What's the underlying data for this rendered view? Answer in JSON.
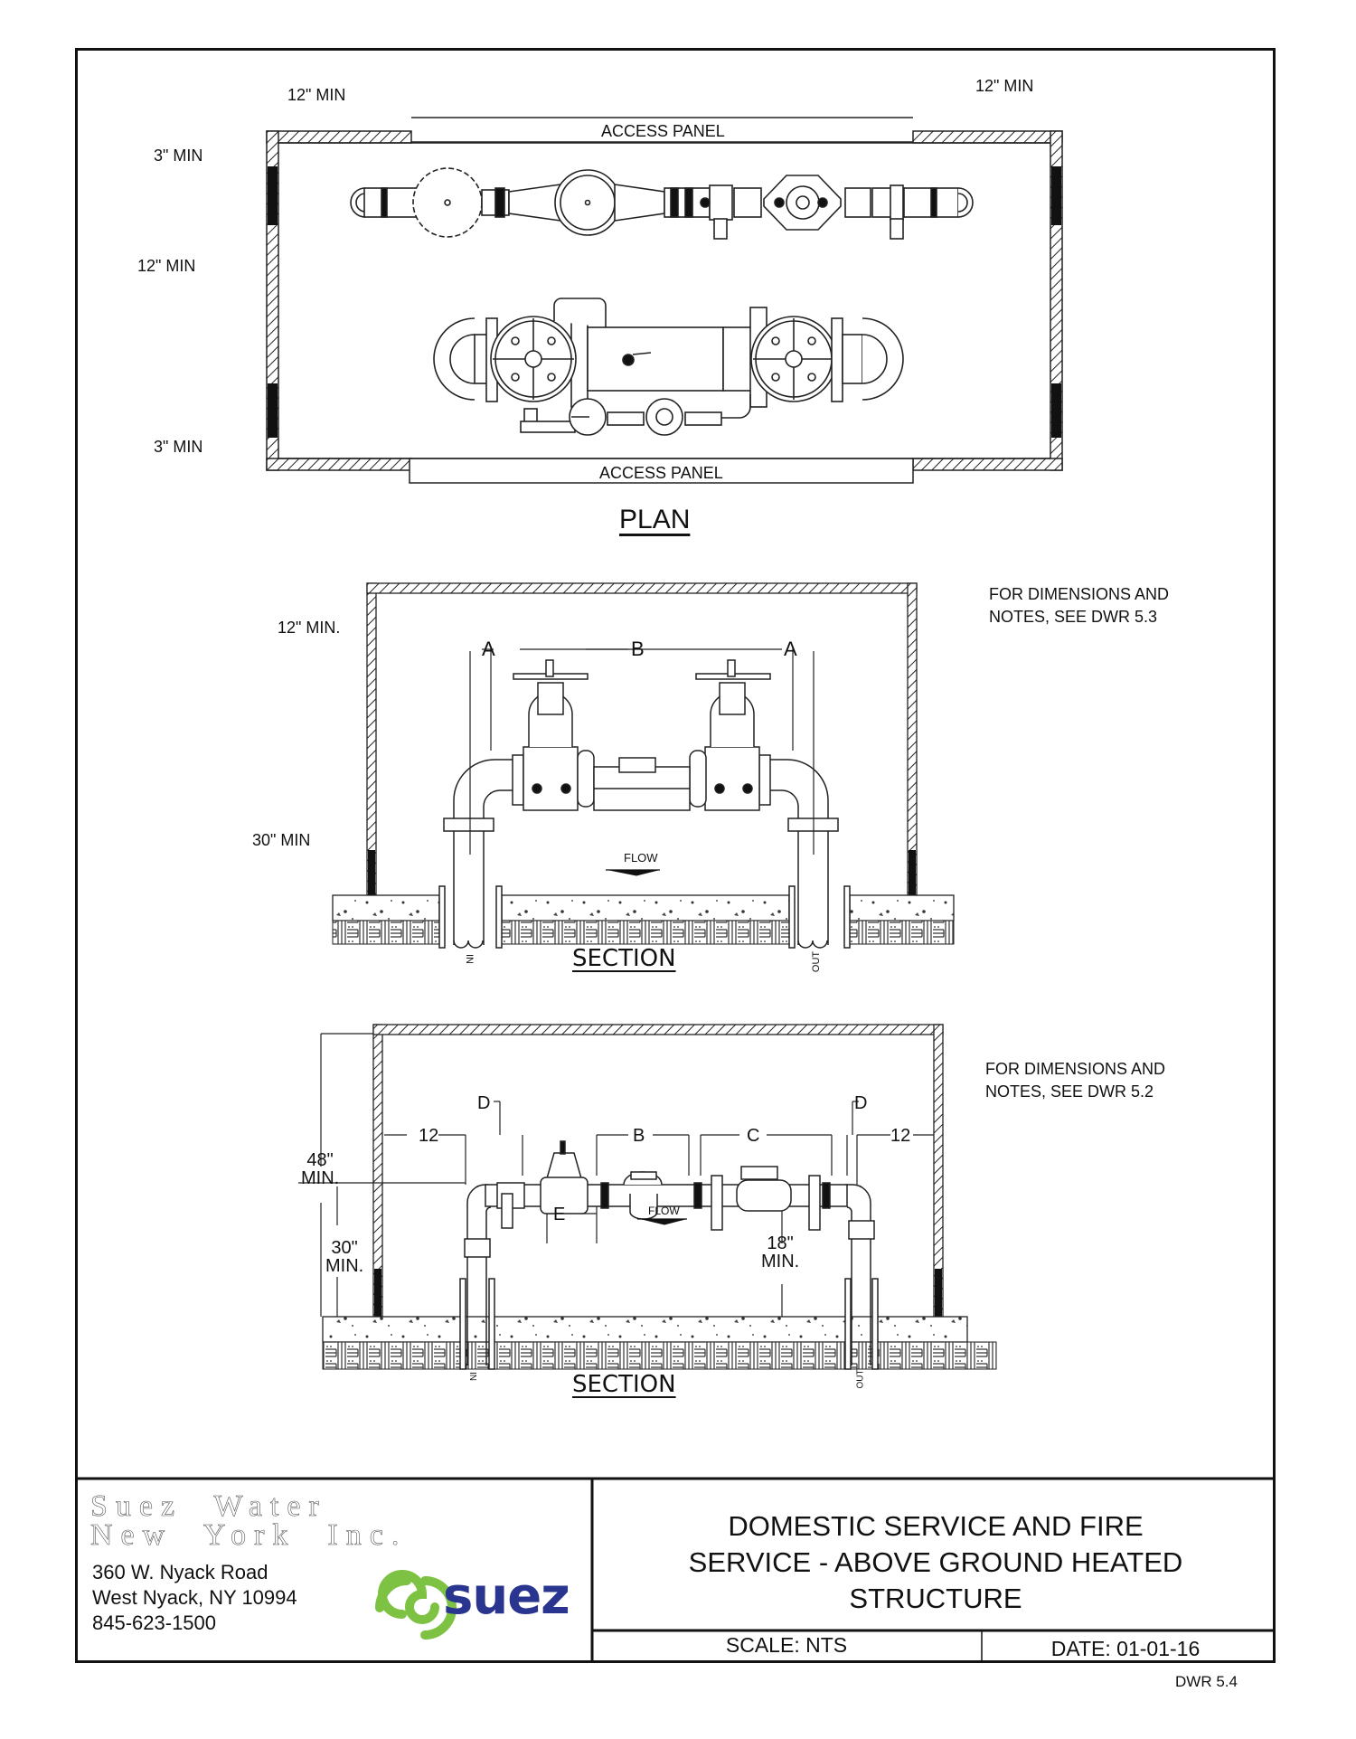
{
  "plan": {
    "title": "PLAN",
    "dims": {
      "top_left": "12\" MIN",
      "top_right": "12\" MIN",
      "left_top": "3\" MIN",
      "left_middle": "12\" MIN",
      "left_bottom": "3\" MIN"
    },
    "access_panel_top": "ACCESS PANEL",
    "access_panel_bottom": "ACCESS PANEL"
  },
  "section_fire": {
    "title": "SECTION",
    "dims": {
      "top": "12\" MIN.",
      "bottom": "30\" MIN"
    },
    "labels": {
      "a_left": "A",
      "b": "B",
      "a_right": "A",
      "flow": "FLOW",
      "in": "IN",
      "out": "OUT"
    },
    "note": [
      "FOR DIMENSIONS AND",
      "NOTES, SEE DWR 5.3"
    ]
  },
  "section_domestic": {
    "title": "SECTION",
    "dims": {
      "overall_height": [
        "48\"",
        "MIN."
      ],
      "pipe_height": [
        "30\"",
        "MIN."
      ],
      "clearance": [
        "18\"",
        "MIN."
      ],
      "left_offset": "12",
      "right_offset": "12"
    },
    "labels": {
      "d_left": "D",
      "d_right": "D",
      "b": "B",
      "c": "C",
      "e": "E",
      "flow": "FLOW",
      "in": "IN",
      "out": "OUT"
    },
    "note": [
      "FOR DIMENSIONS AND",
      "NOTES, SEE DWR 5.2"
    ]
  },
  "title_block": {
    "company_line1": "Suez  Water",
    "company_line2": "New  York  Inc.",
    "address_line1": "360 W. Nyack Road",
    "address_line2": "West Nyack, NY  10994",
    "phone": "845-623-1500",
    "logo_text": "suez",
    "logo_colors": {
      "swirl": "#7dc242",
      "word": "#2a3590"
    },
    "title_lines": [
      "DOMESTIC SERVICE AND FIRE",
      "SERVICE - ABOVE GROUND HEATED",
      "STRUCTURE"
    ],
    "scale": "SCALE: NTS",
    "date": "DATE: 01-01-16",
    "drawing_number": "DWR 5.4"
  }
}
